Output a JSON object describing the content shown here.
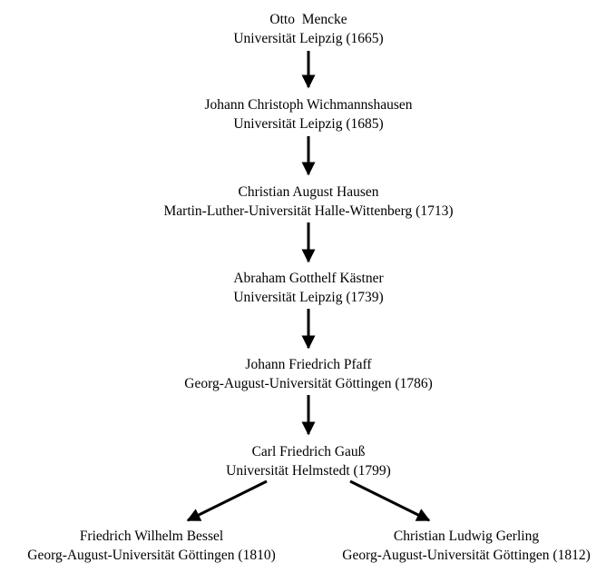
{
  "nodes": [
    {
      "name": "Otto  Mencke",
      "institution": "Universität Leipzig (1665)"
    },
    {
      "name": "Johann Christoph Wichmannshausen",
      "institution": "Universität Leipzig (1685)"
    },
    {
      "name": "Christian August Hausen",
      "institution": "Martin-Luther-Universität Halle-Wittenberg (1713)"
    },
    {
      "name": "Abraham Gotthelf Kästner",
      "institution": "Universität Leipzig (1739)"
    },
    {
      "name": "Johann Friedrich Pfaff",
      "institution": "Georg-August-Universität Göttingen (1786)"
    },
    {
      "name": "Carl Friedrich Gauß",
      "institution": "Universität Helmstedt (1799)"
    },
    {
      "name": "Friedrich Wilhelm Bessel",
      "institution": "Georg-August-Universität Göttingen (1810)"
    },
    {
      "name": "Christian Ludwig Gerling",
      "institution": "Georg-August-Universität Göttingen (1812)"
    }
  ],
  "edges": [
    {
      "from": 0,
      "to": 1
    },
    {
      "from": 1,
      "to": 2
    },
    {
      "from": 2,
      "to": 3
    },
    {
      "from": 3,
      "to": 4
    },
    {
      "from": 4,
      "to": 5
    },
    {
      "from": 5,
      "to": 6
    },
    {
      "from": 5,
      "to": 7
    }
  ]
}
